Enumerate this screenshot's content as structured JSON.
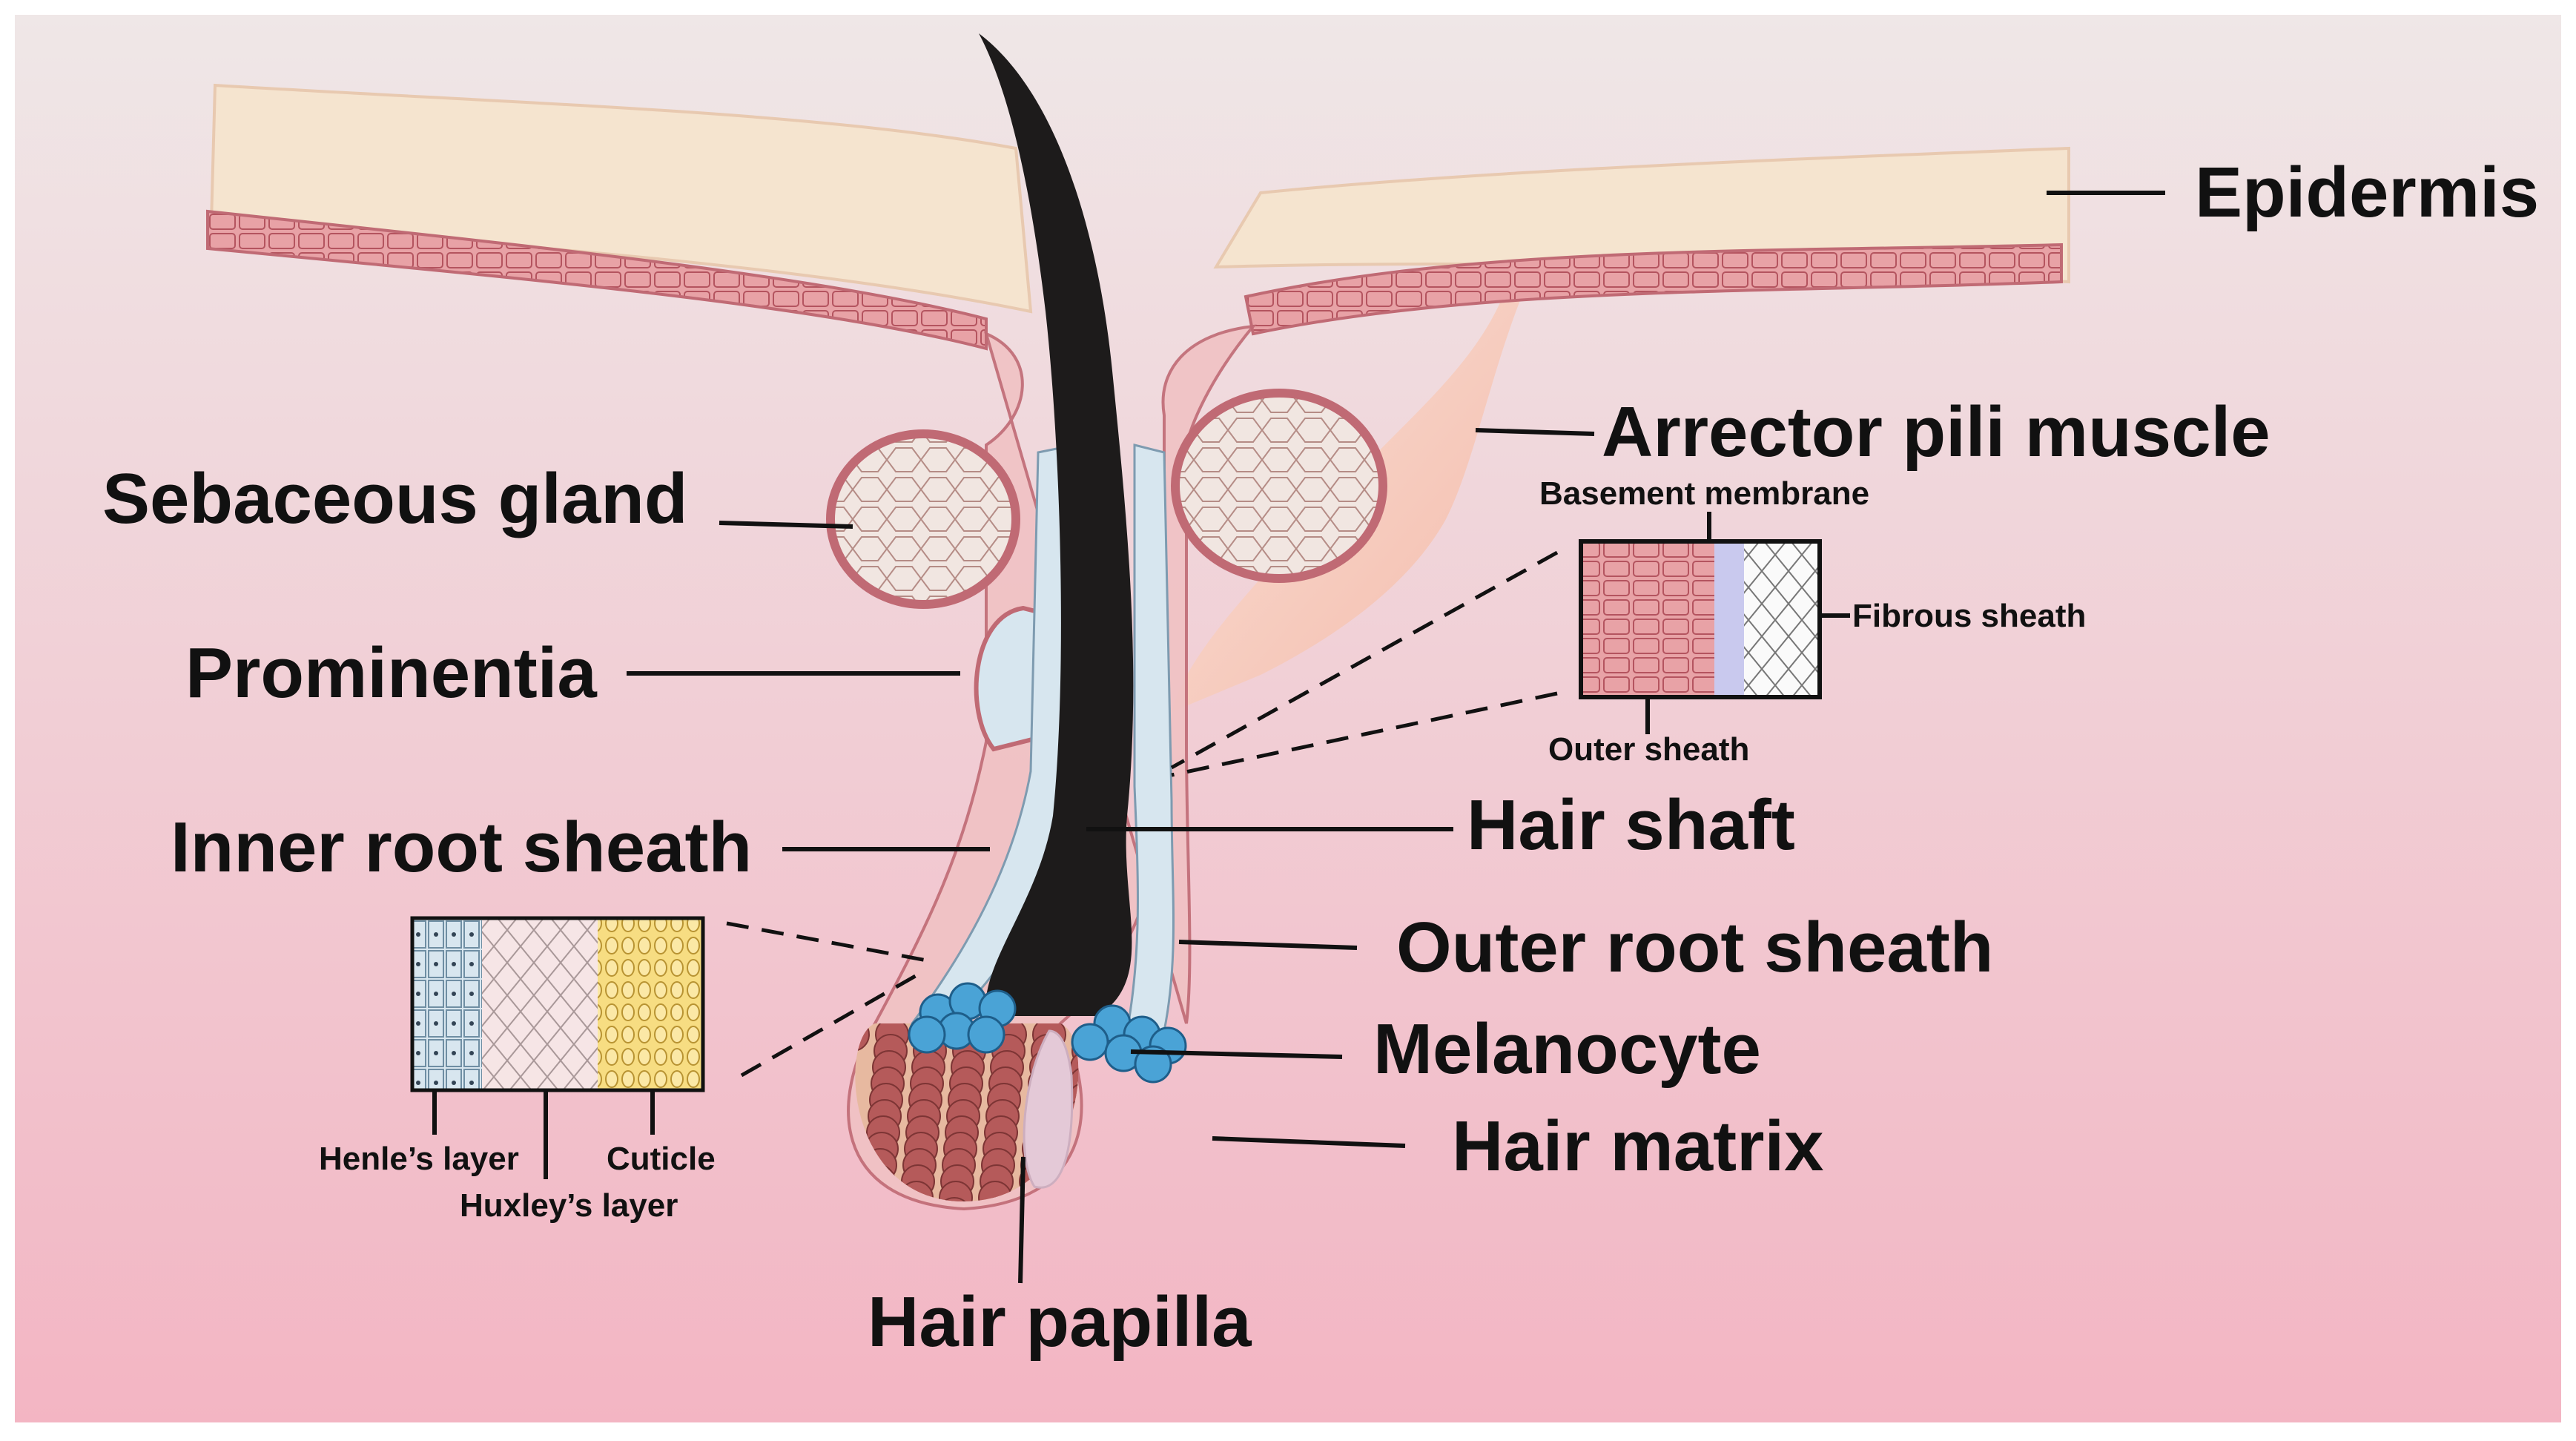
{
  "labels": {
    "epidermis": "Epidermis",
    "arrector_pili_muscle": "Arrector pili muscle",
    "sebaceous_gland": "Sebaceous gland",
    "prominentia": "Prominentia",
    "inner_root_sheath": "Inner root sheath",
    "hair_shaft": "Hair shaft",
    "outer_root_sheath": "Outer root sheath",
    "melanocyte": "Melanocyte",
    "hair_matrix": "Hair matrix",
    "hair_papilla": "Hair papilla",
    "basement_membrane": "Basement membrane",
    "fibrous_sheath": "Fibrous sheath",
    "outer_sheath": "Outer sheath",
    "henles_layer": "Henle’s layer",
    "huxleys_layer": "Huxley’s layer",
    "cuticle": "Cuticle"
  },
  "colors": {
    "background_top": "#efe6e6",
    "background_bottom": "#f3b6c4",
    "epidermis_beige": "#f5e4cf",
    "cell_pink": "#e7a3a6",
    "cell_outline": "#c06a74",
    "hair": "#1d1b1b",
    "sheath_blue": "#d7e6ef",
    "melanocyte_blue": "#4aa3d6",
    "matrix_red": "#b55a5a",
    "papilla": "#e2c8d6",
    "muscle": "#f5c2b0",
    "cuticle_yellow": "#f6d977"
  }
}
